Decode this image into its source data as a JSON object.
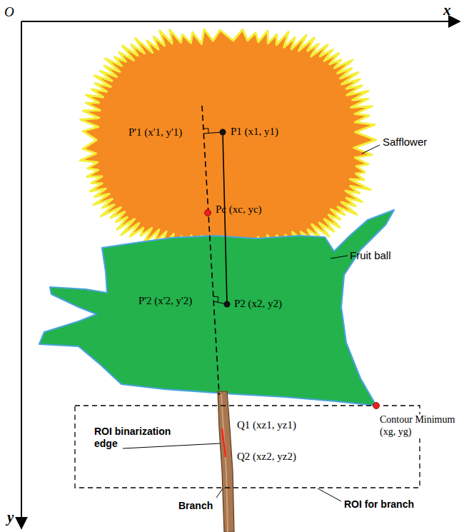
{
  "diagram": {
    "labels": [
      "O",
      "x",
      "y",
      "Safflower",
      "P'1 (x'1, y'1)",
      "P1 (x1, y1)",
      "Pc (xc, yc)",
      "Fruit ball",
      "P'2 (x'2, y'2)",
      "P2 (x2, y2)",
      "ROI binarization edge",
      "Q1 (xz1, yz1)",
      "Contour Minimum (xg, yg)",
      "Q2 (xz2, yz2)",
      "Branch",
      "ROI for branch"
    ]
  }
}
